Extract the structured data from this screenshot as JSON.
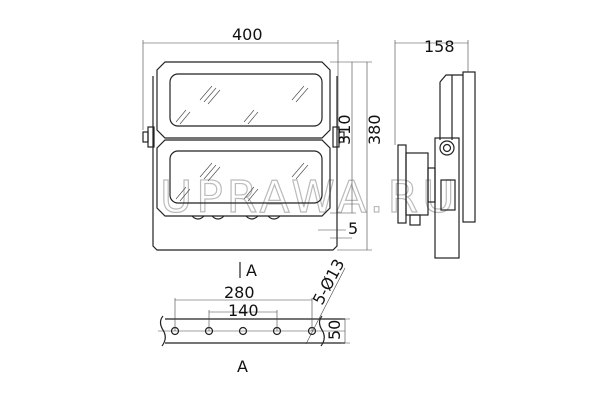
{
  "dimensions": {
    "width": "400",
    "height_frame": "310",
    "height_total": "380",
    "offset": "5",
    "depth": "158",
    "hole_span_outer": "280",
    "hole_span_inner": "140",
    "holes": "5-Ø13",
    "bracket_width": "50"
  },
  "section_label_top": "A",
  "section_label_bottom": "A",
  "watermark": "UPRAWA.RU"
}
